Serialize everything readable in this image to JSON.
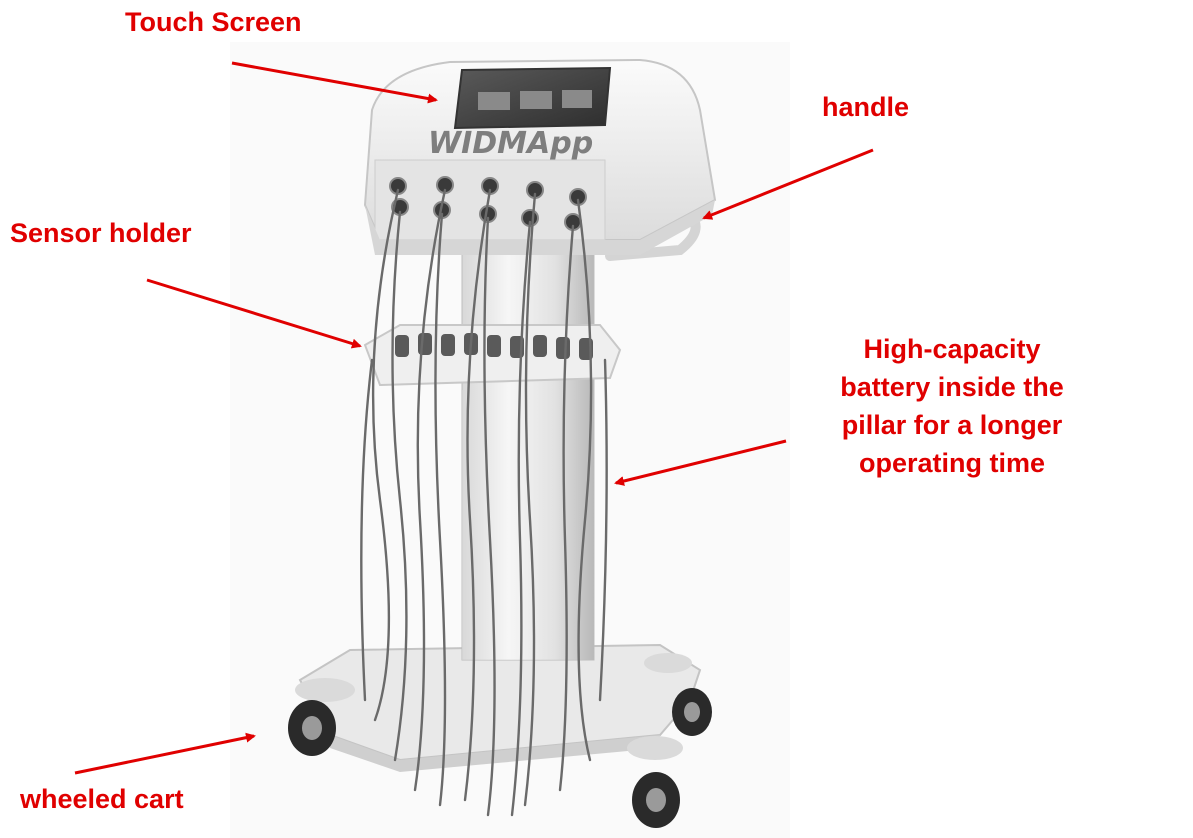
{
  "brand": "WIDMApp",
  "colors": {
    "label": "#e00000",
    "body": "#eeeeee",
    "body_shade": "#c9c9c9",
    "cable": "#6a6a6a",
    "screen": "#4a4a4a"
  },
  "labels": {
    "touch_screen": "Touch Screen",
    "handle": "handle",
    "sensor_holder": "Sensor holder",
    "battery": [
      "High-capacity",
      "battery inside the",
      "pillar for a longer",
      "operating time"
    ],
    "wheeled_cart": "wheeled cart"
  }
}
